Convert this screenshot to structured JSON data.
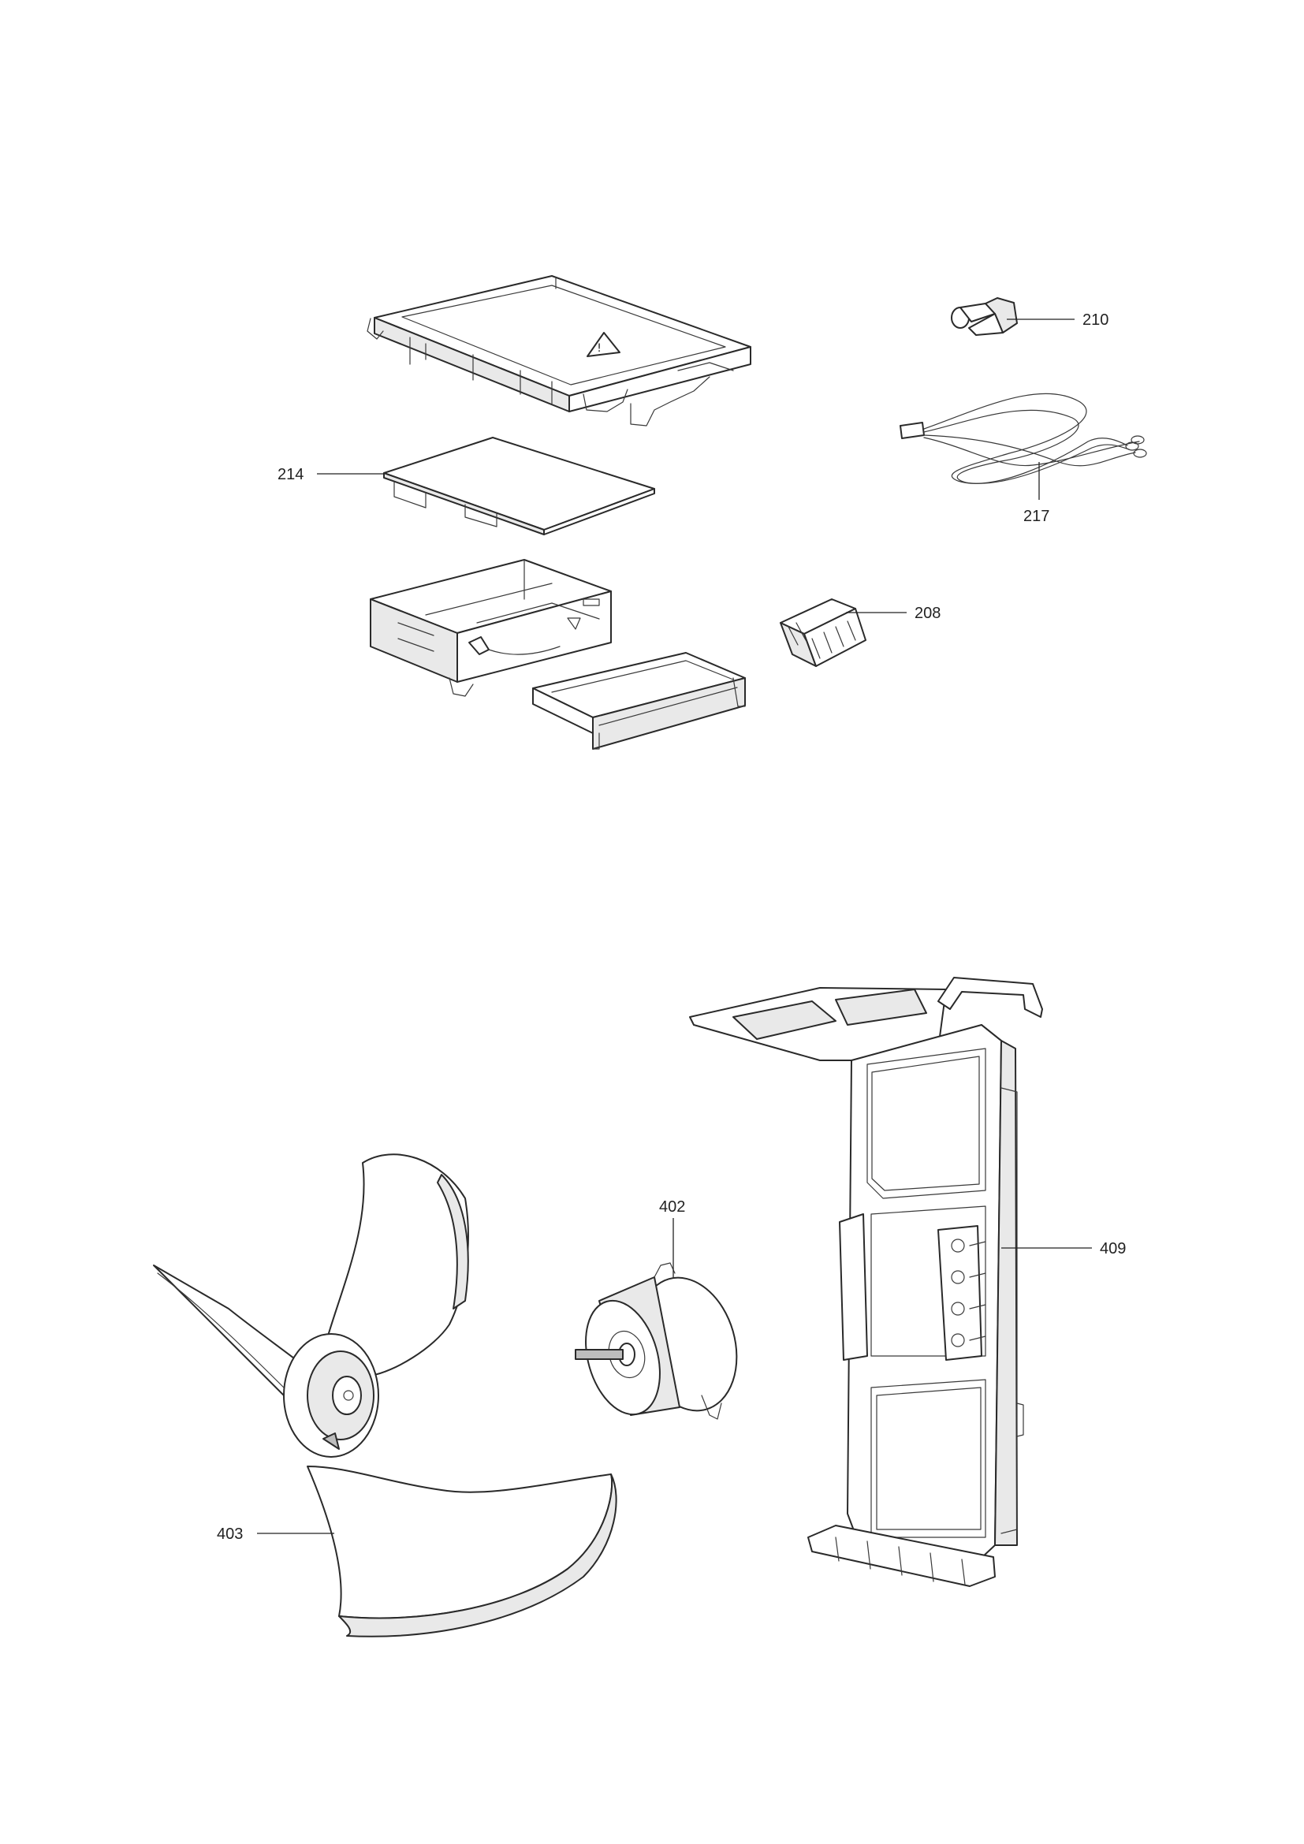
{
  "parts": [
    {
      "id": "p214",
      "label": "214"
    },
    {
      "id": "p210",
      "label": "210"
    },
    {
      "id": "p217",
      "label": "217"
    },
    {
      "id": "p208",
      "label": "208"
    },
    {
      "id": "p402",
      "label": "402"
    },
    {
      "id": "p409",
      "label": "409"
    },
    {
      "id": "p403",
      "label": "403"
    }
  ]
}
